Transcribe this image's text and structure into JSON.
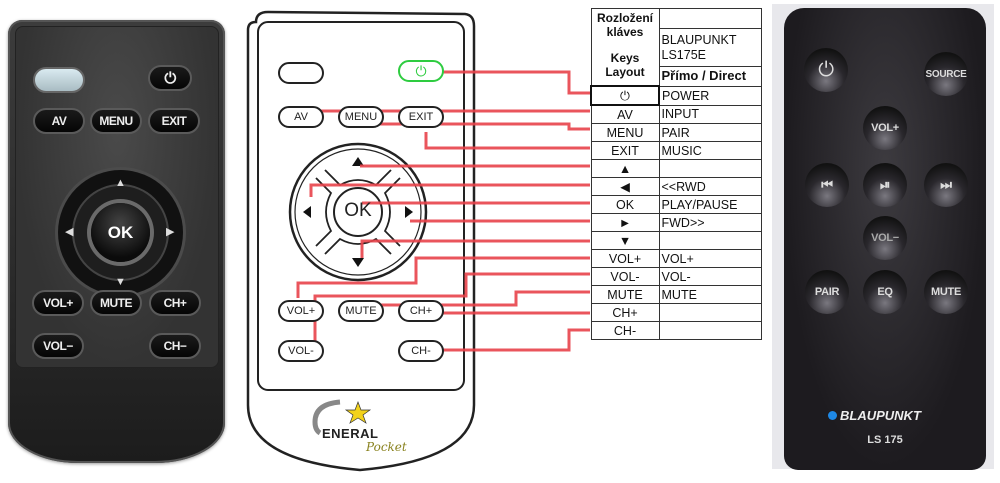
{
  "left_remote": {
    "buttons": {
      "blank": "",
      "power": "⏻",
      "av": "AV",
      "menu": "MENU",
      "exit": "EXIT",
      "ok": "OK",
      "up": "▲",
      "down": "▼",
      "left": "◀",
      "right": "▶",
      "vol_plus": "VOL+",
      "mute": "MUTE",
      "ch_plus": "CH+",
      "vol_minus": "VOL−",
      "ch_minus": "CH−"
    }
  },
  "drawn_remote": {
    "buttons": {
      "power": "⏻",
      "av": "AV",
      "menu": "MENU",
      "exit": "EXIT",
      "ok": "OK",
      "up": "▲",
      "down": "▼",
      "left": "◀",
      "right": "▶",
      "vol_plus": "VOL+",
      "mute": "MUTE",
      "ch_plus": "CH+",
      "vol_minus": "VOL-",
      "ch_minus": "CH-"
    },
    "logo": {
      "brand": "ENERAL",
      "brand_initial": "G",
      "sub": "Pocket",
      "star": "★"
    },
    "highlight_color": "#2ecc40",
    "connector_color": "#e8434b"
  },
  "mapping_table": {
    "header_left_lines": [
      "Rozložení",
      "kláves",
      "",
      "Keys",
      "Layout"
    ],
    "header_model_lines": [
      "BLAUPUNKT",
      "LS175E"
    ],
    "header_direct": "Přímo / Direct",
    "rows": [
      {
        "key": "⏻",
        "function": "POWER"
      },
      {
        "key": "AV",
        "function": "INPUT"
      },
      {
        "key": "MENU",
        "function": "PAIR"
      },
      {
        "key": "EXIT",
        "function": "MUSIC"
      },
      {
        "key": "▲",
        "function": ""
      },
      {
        "key": "◀",
        "function": "<<RWD"
      },
      {
        "key": "OK",
        "function": "PLAY/PAUSE"
      },
      {
        "key": "►",
        "function": "FWD>>"
      },
      {
        "key": "▼",
        "function": ""
      },
      {
        "key": "VOL+",
        "function": "VOL+"
      },
      {
        "key": "VOL-",
        "function": "VOL-"
      },
      {
        "key": "MUTE",
        "function": "MUTE"
      },
      {
        "key": "CH+",
        "function": ""
      },
      {
        "key": "CH-",
        "function": ""
      }
    ]
  },
  "right_remote": {
    "buttons": {
      "power": "⏻",
      "source": "SOURCE",
      "vol_plus": "VOL+",
      "prev": "⏮",
      "play_pause": "⏯",
      "next": "⏭",
      "vol_minus": "VOL−",
      "pair": "PAIR",
      "eq": "EQ",
      "mute": "MUTE"
    },
    "brand": "BLAUPUNKT",
    "model": "LS 175",
    "brand_dot_color": "#1e88e5"
  }
}
